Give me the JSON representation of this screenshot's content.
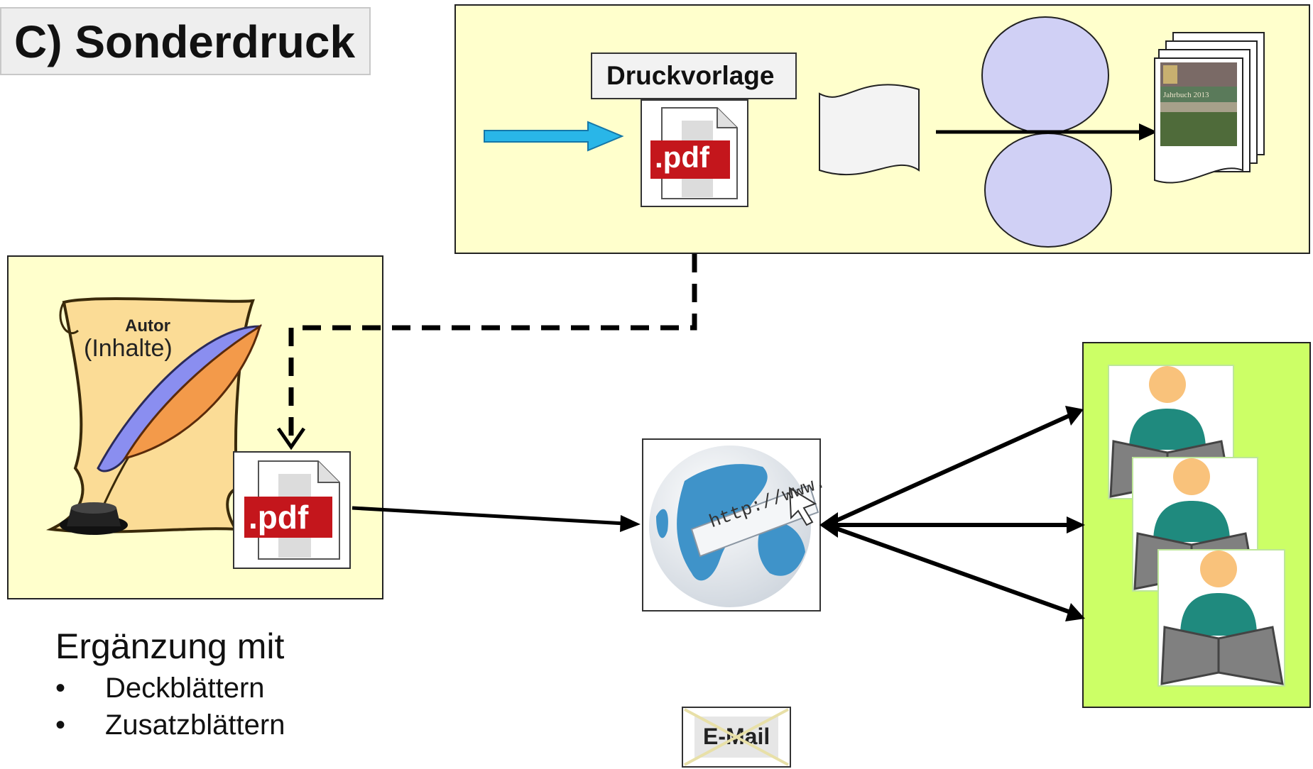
{
  "title": "C) Sonderdruck",
  "print_panel": {
    "template_label": "Druckvorlage",
    "pdf_label": ".pdf",
    "brochure_cover_text": "Jahrbuch 2013"
  },
  "author_panel": {
    "scroll_title": "Autor",
    "scroll_subtitle": "(Inhalte)",
    "pdf_label": ".pdf"
  },
  "globe": {
    "url_text": "http://www."
  },
  "supplement": {
    "heading": "Ergänzung mit",
    "bullet_symbol": "•",
    "items": [
      "Deckblättern",
      "Zusatzblättern"
    ]
  },
  "email": {
    "label": "E-Mail",
    "crossed_out": true
  },
  "colors": {
    "panel_yellow": "#ffffcc",
    "panel_green": "#ccff66",
    "pdf_red": "#c4161c",
    "arrow_blue": "#29b6e8",
    "roller_lavender": "#d0d0f5",
    "reader_head": "#f9c27b",
    "reader_body": "#1f8a7e",
    "reader_book": "#808080"
  }
}
